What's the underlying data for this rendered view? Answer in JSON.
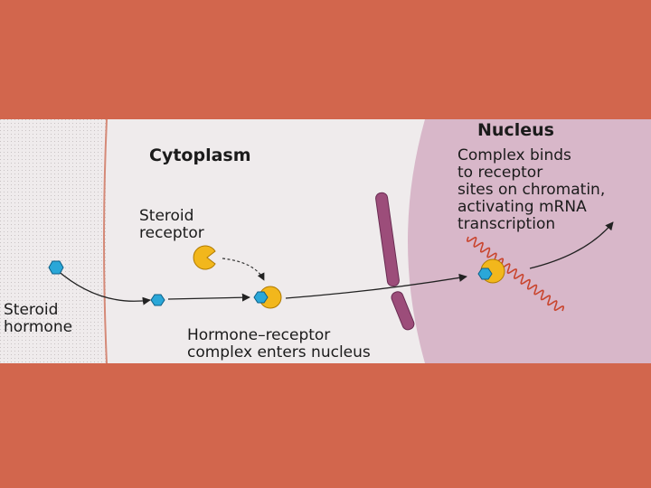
{
  "labels": {
    "nucleus_title": "Nucleus",
    "cytoplasm_title": "Cytoplasm",
    "nucleus_note": [
      "Complex binds",
      "to receptor",
      "sites on chromatin,",
      "activating mRNA",
      "transcription"
    ],
    "steroid_receptor": [
      "Steroid",
      "receptor"
    ],
    "steroid_hormone": [
      "Steroid",
      "hormone"
    ],
    "complex_enters": [
      "Hormone–receptor",
      "complex enters nucleus"
    ]
  },
  "colors": {
    "slide_background": "#d2664d",
    "cytoplasm": "#efebec",
    "nucleus": "#d8b7c9",
    "nuclear_envelope": "#9c4d7a",
    "receptor": "#f2b71c",
    "hormone": "#2aa7d8",
    "mrna": "#c9452e"
  }
}
